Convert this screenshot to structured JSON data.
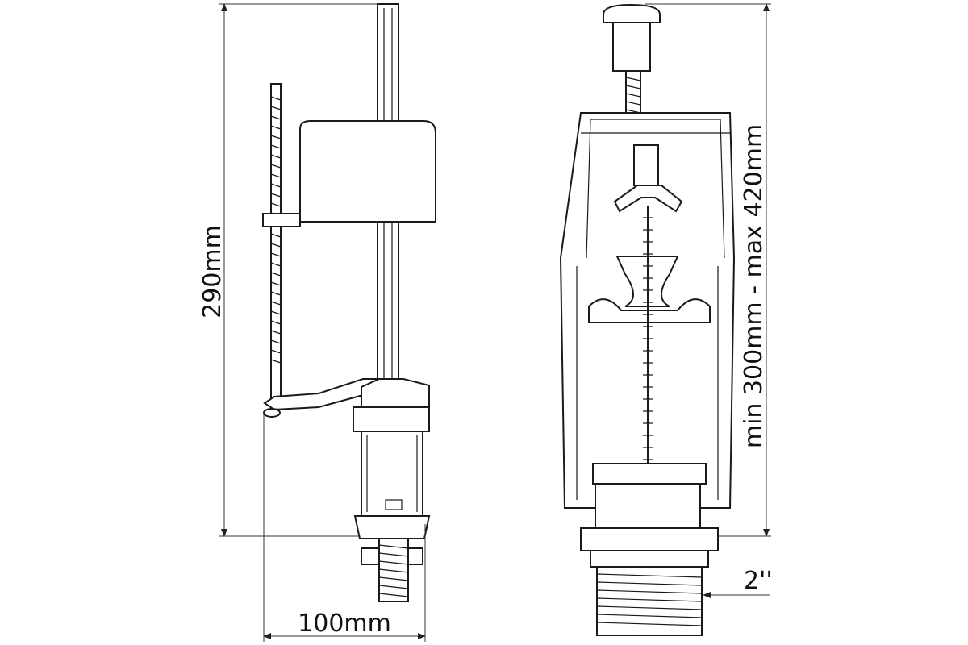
{
  "drawing": {
    "fill_valve": {
      "height_label": "290mm",
      "width_label": "100mm"
    },
    "flush_valve": {
      "height_label": "min 300mm - max 420mm",
      "thread_label": "2''"
    },
    "colors": {
      "line": "#1a1a1a",
      "background": "#ffffff"
    }
  }
}
